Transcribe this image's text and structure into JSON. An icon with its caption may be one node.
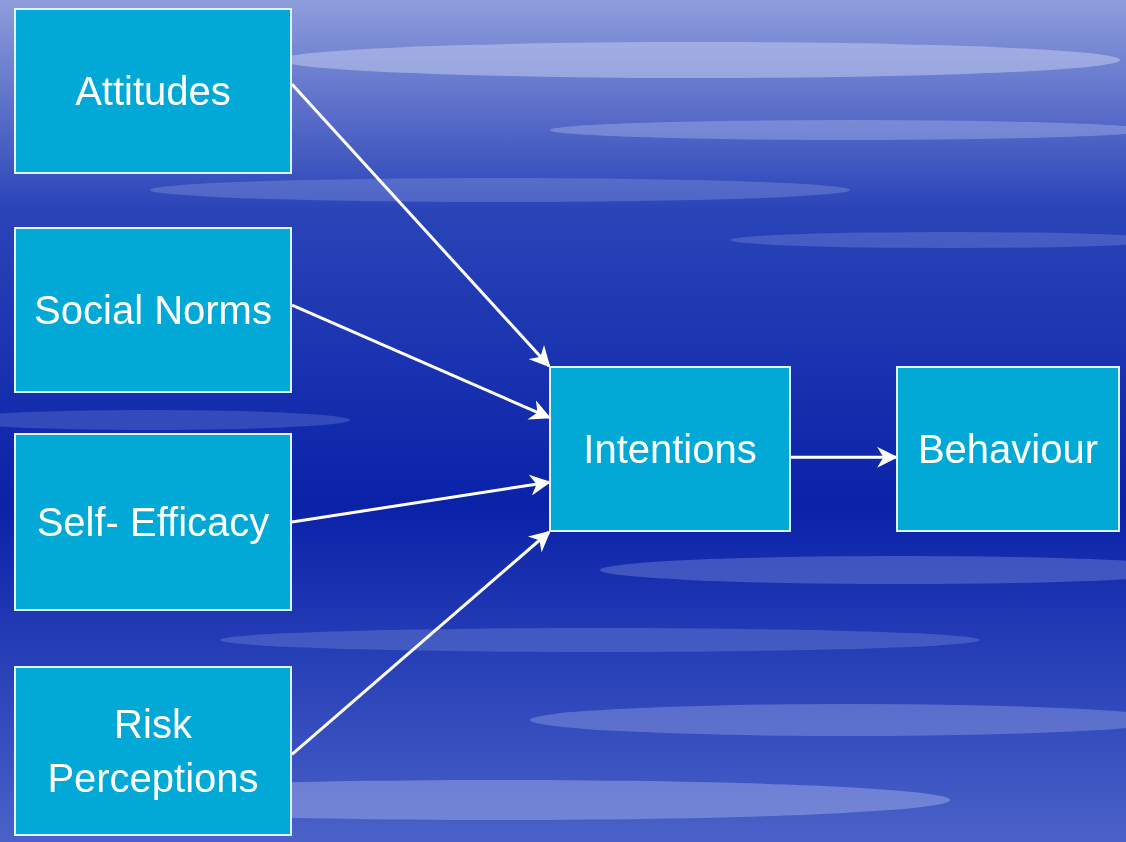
{
  "diagram": {
    "nodes": [
      {
        "text": [
          "Attitudes"
        ]
      },
      {
        "text": [
          "Social Norms"
        ]
      },
      {
        "text": [
          "Self- Efficacy"
        ]
      },
      {
        "text": [
          "Risk Perceptions"
        ]
      },
      {
        "text": [
          "Intentions"
        ]
      },
      {
        "text": [
          "Behaviour"
        ]
      }
    ],
    "edges": [
      {
        "from": 0,
        "to": 4,
        "arrow": "to"
      },
      {
        "from": 1,
        "to": 4,
        "arrow": "to"
      },
      {
        "from": 2,
        "to": 4,
        "arrow": "to"
      },
      {
        "from": 3,
        "to": 4,
        "arrow": "to"
      },
      {
        "from": 4,
        "to": 5,
        "arrow": "to"
      }
    ]
  }
}
